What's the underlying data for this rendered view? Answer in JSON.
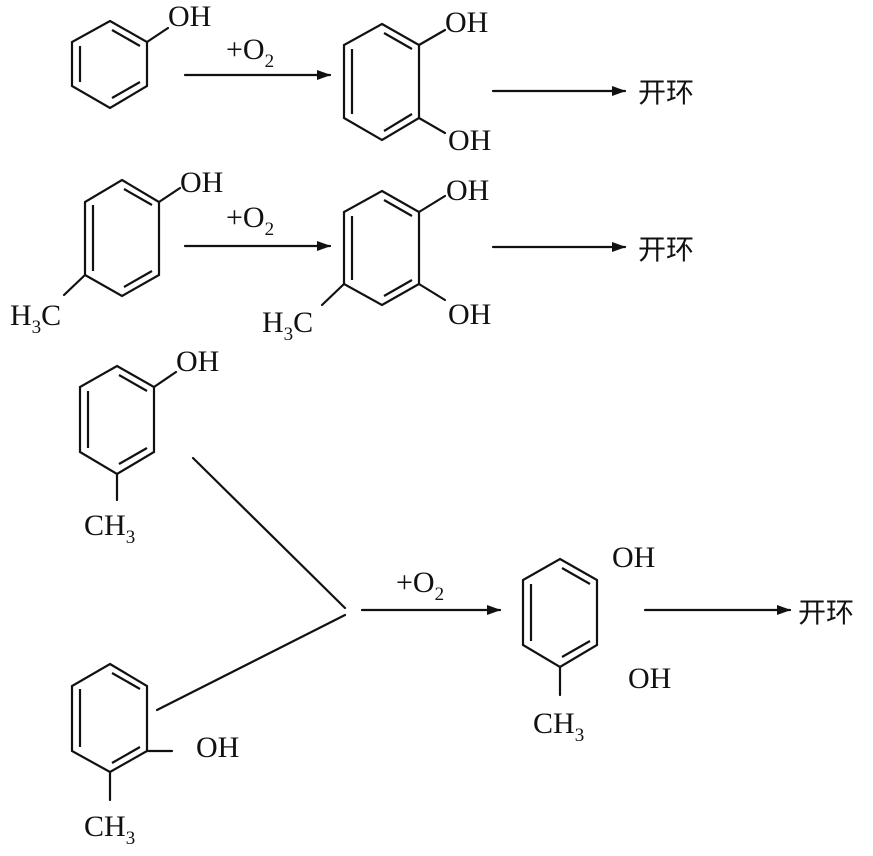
{
  "diagram": {
    "reagent": {
      "prefix": "+O",
      "subscript": "2"
    },
    "groups": {
      "hydroxyl": "OH",
      "methyl_left": "H",
      "methyl_left_sub": "3",
      "methyl_left_tail": "C",
      "methyl_right": "CH",
      "methyl_right_sub": "3"
    },
    "product_text": "开环",
    "rows": [
      {
        "id": "phenol",
        "product_id": "catechol"
      },
      {
        "id": "p-cresol",
        "product_id": "4-methylcatechol"
      },
      {
        "id": "m-and-o-cresol",
        "product_id": "3-methylcatechol"
      }
    ]
  }
}
